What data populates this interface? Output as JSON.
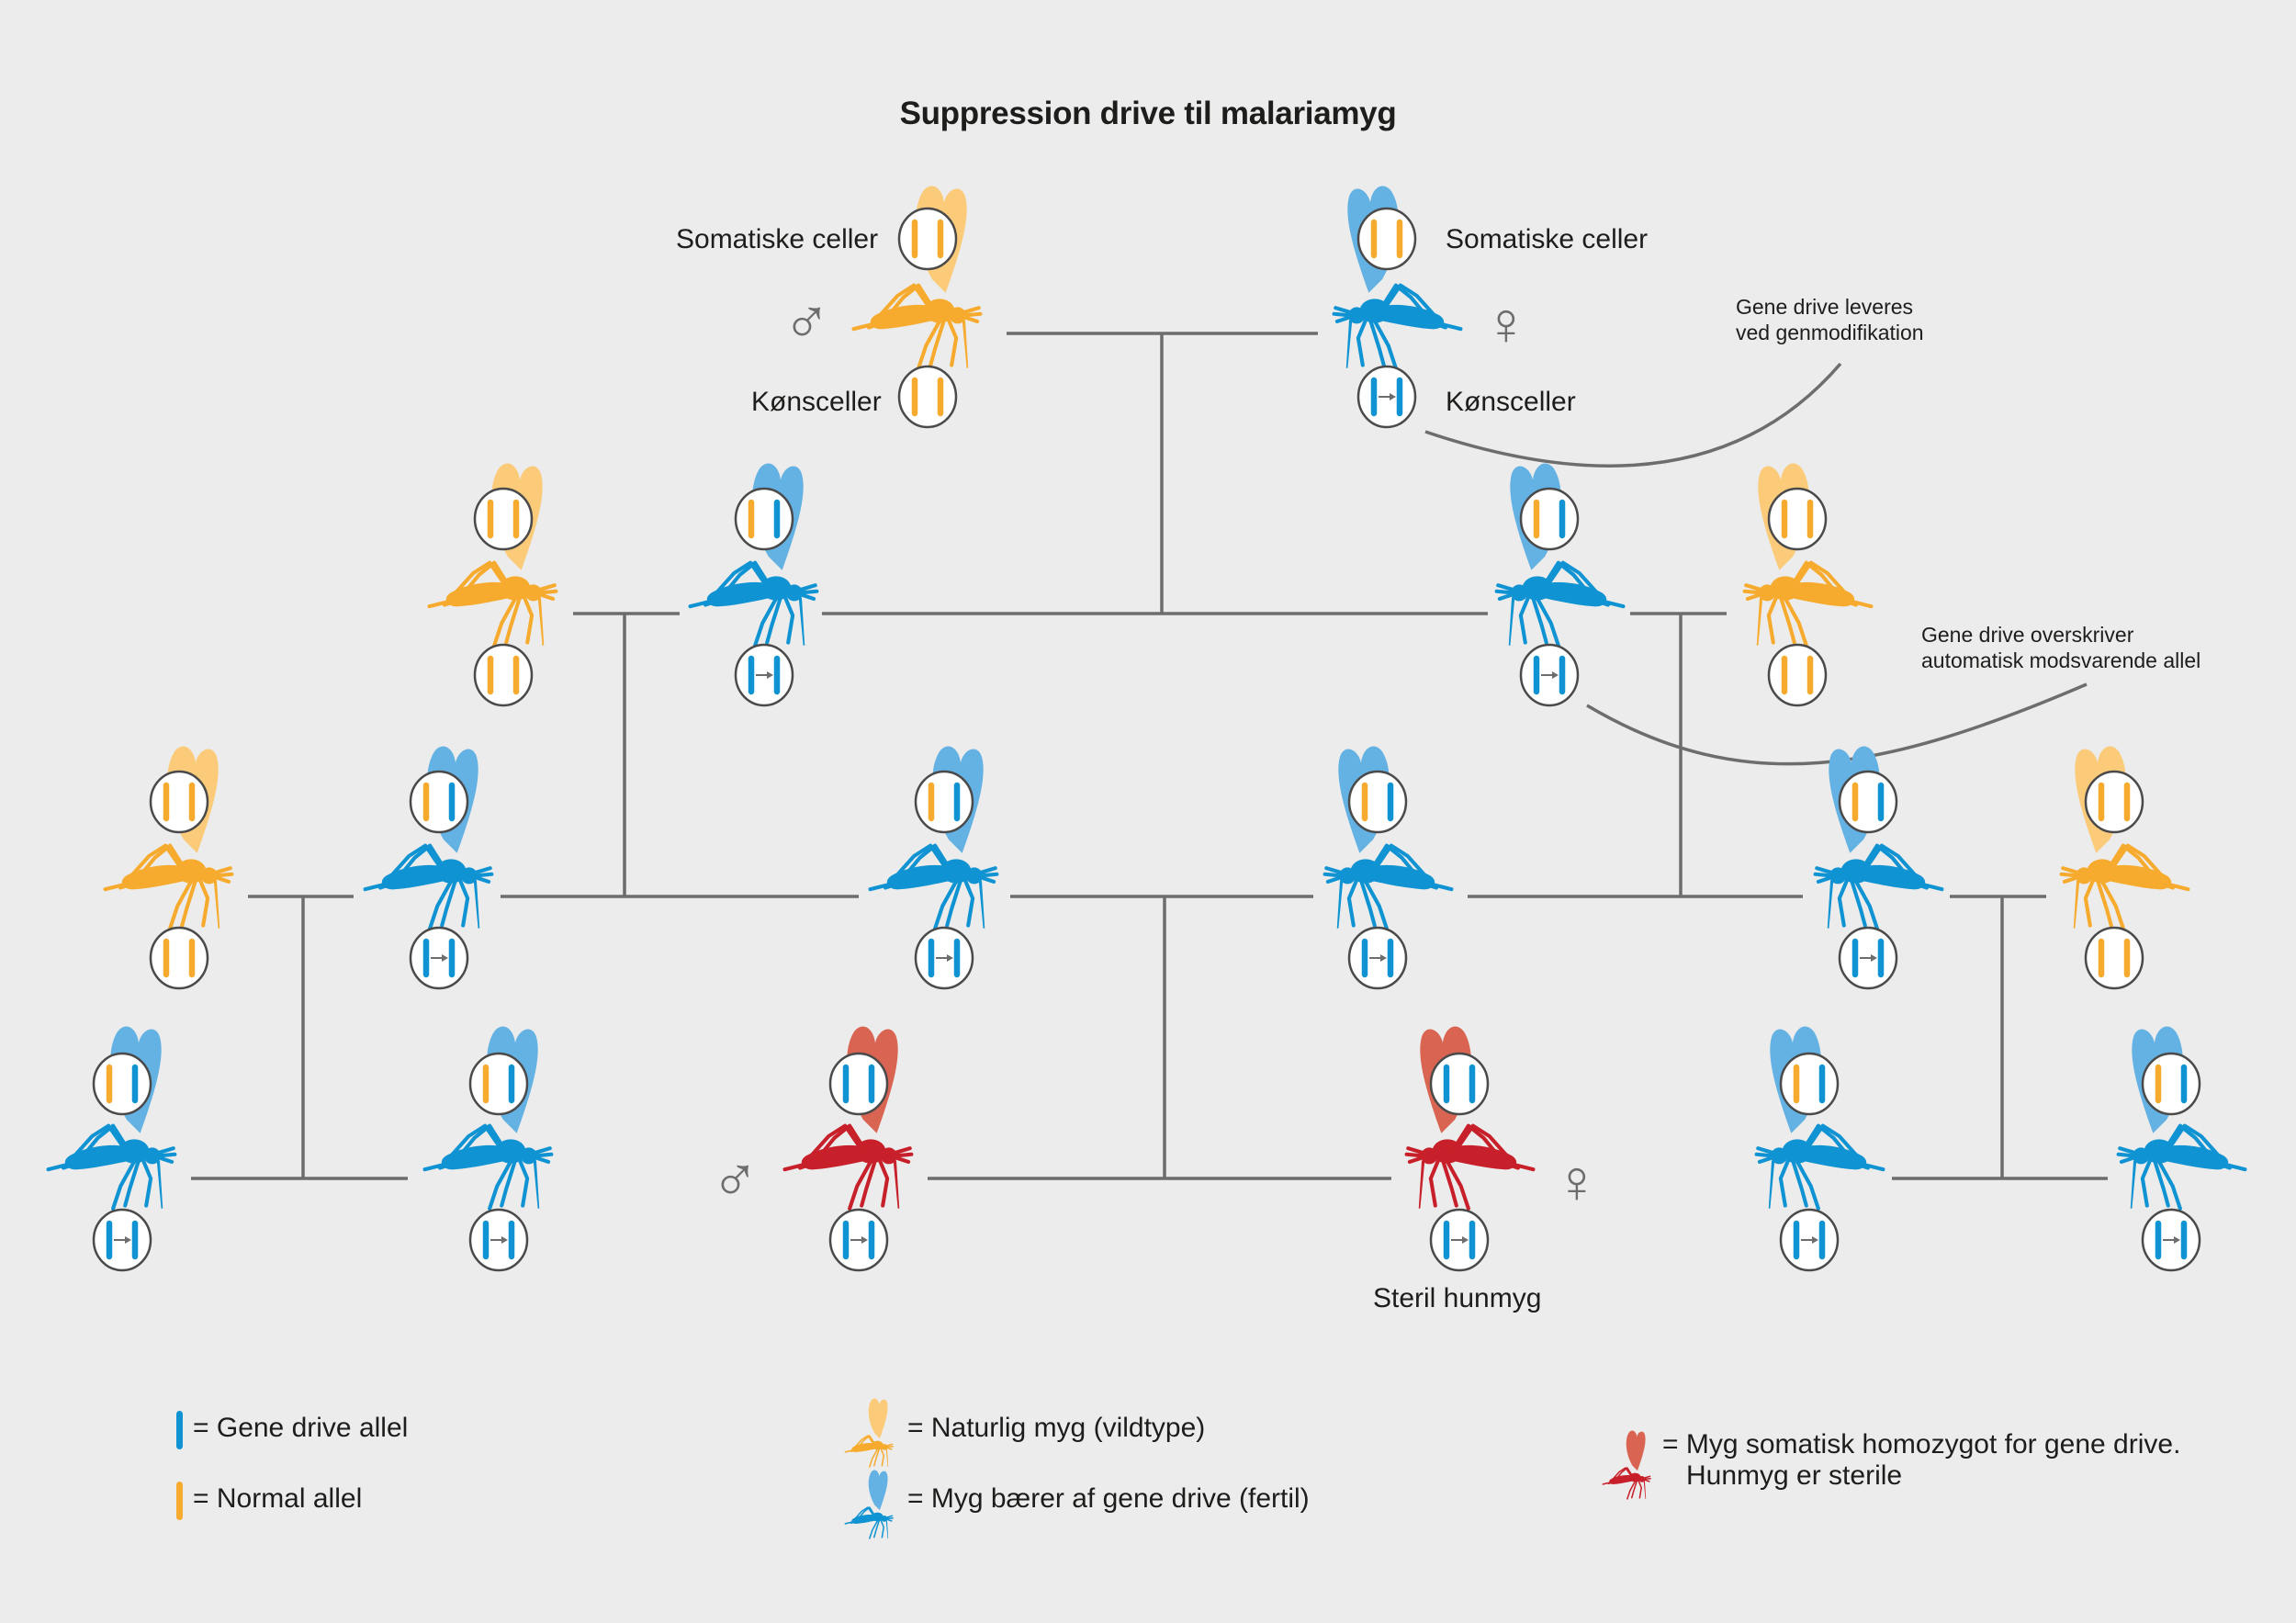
{
  "title": "Suppression drive til malariamyg",
  "colors": {
    "background": "#ececec",
    "normal_allele": "#f7ab2e",
    "gene_drive_allele": "#0f93d3",
    "wildtype_body": "#f7ab2e",
    "wildtype_wing": "#fbcb7a",
    "carrier_body": "#0f93d3",
    "carrier_wing": "#63b2e3",
    "sterile_body": "#c8202a",
    "sterile_wing": "#d96452",
    "line": "#6d6d6d",
    "text": "#1d1d1b"
  },
  "labels": {
    "somatic_left": "Somatiske celler",
    "germ_left": "Kønsceller",
    "somatic_right": "Somatiske celler",
    "germ_right": "Kønsceller",
    "sterile_female": "Steril hunmyg"
  },
  "annotations": {
    "delivery": [
      "Gene drive leveres",
      "ved genmodifikation"
    ],
    "overwrite": [
      "Gene drive overskriver",
      "automatisk modsvarende allel"
    ]
  },
  "sex_symbols": {
    "male": "♂",
    "female": "♀"
  },
  "mosquitoes": [
    {
      "id": "p-male",
      "generation": 0,
      "type": "wildtype",
      "somatic": [
        "normal",
        "normal"
      ],
      "germline": [
        "normal",
        "normal"
      ],
      "facing": "right",
      "sex": "male"
    },
    {
      "id": "p-female",
      "generation": 0,
      "type": "carrier",
      "somatic": [
        "normal",
        "normal"
      ],
      "germline": [
        "drive",
        "drive-arrow"
      ],
      "facing": "left",
      "sex": "female"
    },
    {
      "id": "g1-a",
      "generation": 1,
      "type": "wildtype",
      "somatic": [
        "normal",
        "normal"
      ],
      "germline": [
        "normal",
        "normal"
      ],
      "facing": "right"
    },
    {
      "id": "g1-b",
      "generation": 1,
      "type": "carrier",
      "somatic": [
        "normal",
        "drive"
      ],
      "germline": [
        "drive",
        "drive-arrow"
      ],
      "facing": "right"
    },
    {
      "id": "g1-c",
      "generation": 1,
      "type": "carrier",
      "somatic": [
        "normal",
        "drive"
      ],
      "germline": [
        "drive",
        "drive-arrow"
      ],
      "facing": "left"
    },
    {
      "id": "g1-d",
      "generation": 1,
      "type": "wildtype",
      "somatic": [
        "normal",
        "normal"
      ],
      "germline": [
        "normal",
        "normal"
      ],
      "facing": "left"
    },
    {
      "id": "g2-a",
      "generation": 2,
      "type": "wildtype",
      "somatic": [
        "normal",
        "normal"
      ],
      "germline": [
        "normal",
        "normal"
      ],
      "facing": "right"
    },
    {
      "id": "g2-b",
      "generation": 2,
      "type": "carrier",
      "somatic": [
        "normal",
        "drive"
      ],
      "germline": [
        "drive",
        "drive-arrow"
      ],
      "facing": "right"
    },
    {
      "id": "g2-c",
      "generation": 2,
      "type": "carrier",
      "somatic": [
        "normal",
        "drive"
      ],
      "germline": [
        "drive",
        "drive-arrow"
      ],
      "facing": "right"
    },
    {
      "id": "g2-d",
      "generation": 2,
      "type": "carrier",
      "somatic": [
        "normal",
        "drive"
      ],
      "germline": [
        "drive",
        "drive-arrow"
      ],
      "facing": "left"
    },
    {
      "id": "g2-e",
      "generation": 2,
      "type": "carrier",
      "somatic": [
        "normal",
        "drive"
      ],
      "germline": [
        "drive",
        "drive-arrow"
      ],
      "facing": "left"
    },
    {
      "id": "g2-f",
      "generation": 2,
      "type": "wildtype",
      "somatic": [
        "normal",
        "normal"
      ],
      "germline": [
        "normal",
        "normal"
      ],
      "facing": "left"
    },
    {
      "id": "g3-a",
      "generation": 3,
      "type": "carrier",
      "somatic": [
        "normal",
        "drive"
      ],
      "germline": [
        "drive",
        "drive-arrow"
      ],
      "facing": "right"
    },
    {
      "id": "g3-b",
      "generation": 3,
      "type": "carrier",
      "somatic": [
        "normal",
        "drive"
      ],
      "germline": [
        "drive",
        "drive-arrow"
      ],
      "facing": "right"
    },
    {
      "id": "g3-c",
      "generation": 3,
      "type": "sterile",
      "somatic": [
        "drive",
        "drive"
      ],
      "germline": [
        "drive",
        "drive-arrow"
      ],
      "facing": "right",
      "sex": "male"
    },
    {
      "id": "g3-d",
      "generation": 3,
      "type": "sterile",
      "somatic": [
        "drive",
        "drive"
      ],
      "germline": [
        "drive",
        "drive-arrow"
      ],
      "facing": "left",
      "sex": "female"
    },
    {
      "id": "g3-e",
      "generation": 3,
      "type": "carrier",
      "somatic": [
        "normal",
        "drive"
      ],
      "germline": [
        "drive",
        "drive-arrow"
      ],
      "facing": "left"
    },
    {
      "id": "g3-f",
      "generation": 3,
      "type": "carrier",
      "somatic": [
        "normal",
        "drive"
      ],
      "germline": [
        "drive",
        "drive-arrow"
      ],
      "facing": "left"
    }
  ],
  "legend": {
    "gene_drive_allele": "= Gene drive allel",
    "normal_allele": "= Normal allel",
    "wildtype": "= Naturlig myg (vildtype)",
    "carrier": "= Myg bærer af gene drive (fertil)",
    "sterile": [
      "= Myg somatisk homozygot for gene drive.",
      "Hunmyg er sterile"
    ]
  }
}
